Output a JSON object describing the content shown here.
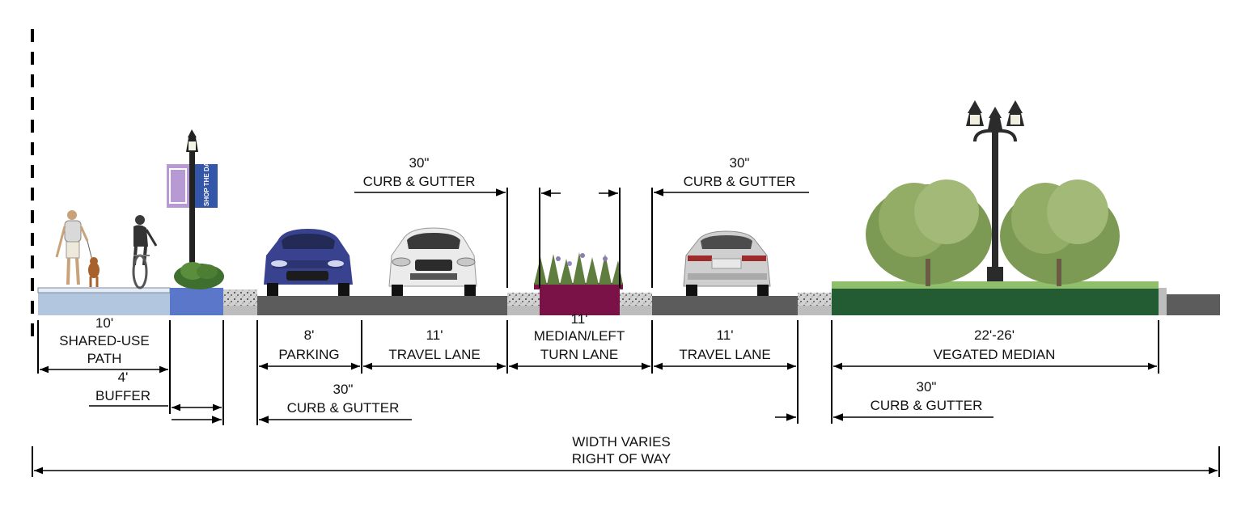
{
  "colors": {
    "path": "#b3c6e0",
    "buffer": "#5b77c9",
    "asphalt": "#5c5c5c",
    "median_turn": "#7a1248",
    "vegetated_median": "#235c33",
    "curb": "#c8c8c8",
    "grass": "#8fbf6a",
    "banner_purple": "#b79ad3",
    "banner_blue": "#3456a8"
  },
  "icons": {
    "pedestrian": "pedestrian-with-dog-figure",
    "cyclist": "cyclist-figure",
    "pole": "street-lamp-with-banners",
    "car_blue": "blue-car-front",
    "car_white": "white-car-front",
    "car_silver": "silver-car-rear",
    "planter": "median-planter-grasses",
    "trees": "median-trees",
    "lamp": "triple-globe-lamp-post"
  },
  "banners": {
    "right_text": "SHOP THE DALE"
  },
  "labels": {
    "shared_use_path": [
      "10'",
      "SHARED-USE",
      "PATH"
    ],
    "buffer": [
      "4'",
      "BUFFER"
    ],
    "parking": [
      "8'",
      "PARKING"
    ],
    "travel_lane_left": [
      "11'",
      "TRAVEL LANE"
    ],
    "median_turn": [
      "11'",
      "MEDIAN/LEFT",
      "TURN LANE"
    ],
    "travel_lane_right": [
      "11'",
      "TRAVEL LANE"
    ],
    "vegetated_median": [
      "22'-26'",
      "VEGATED MEDIAN"
    ],
    "curb_gutter_top_left": [
      "30\"",
      "CURB & GUTTER"
    ],
    "curb_gutter_top_right": [
      "30\"",
      "CURB & GUTTER"
    ],
    "curb_gutter_bottom_left": [
      "30\"",
      "CURB & GUTTER"
    ],
    "curb_gutter_bottom_right": [
      "30\"",
      "CURB & GUTTER"
    ],
    "right_of_way": [
      "WIDTH VARIES",
      "RIGHT OF WAY"
    ]
  }
}
